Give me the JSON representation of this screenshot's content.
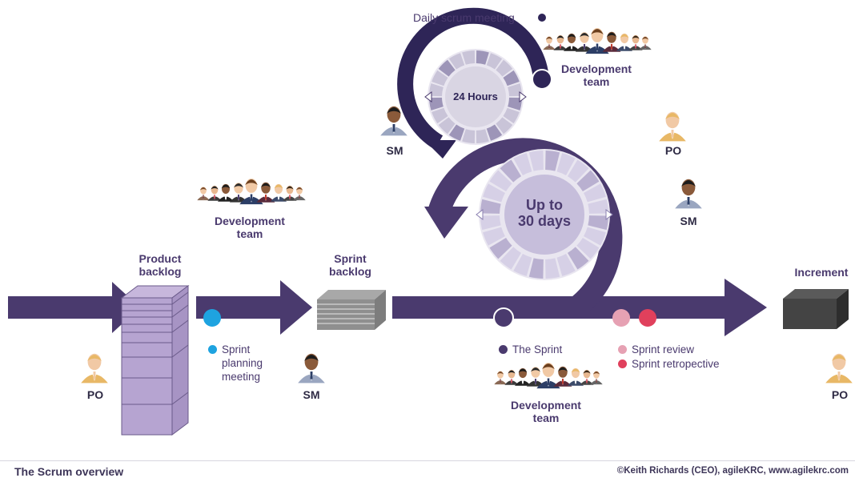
{
  "labels": {
    "daily_scrum": "Daily scrum meeting",
    "dev_team_top_1": "Development",
    "dev_team_top_2": "team",
    "hours": "24 Hours",
    "sm_top": "SM",
    "po_right": "PO",
    "up_to": "Up to",
    "thirty_days": "30 days",
    "sm_right": "SM",
    "dev_team_mid_1": "Development",
    "dev_team_mid_2": "team",
    "product_backlog_1": "Product",
    "product_backlog_2": "backlog",
    "sprint_backlog_1": "Sprint",
    "sprint_backlog_2": "backlog",
    "increment": "Increment",
    "po_left": "PO",
    "sm_bottom": "SM",
    "dev_team_bottom_1": "Development",
    "dev_team_bottom_2": "team",
    "po_far_right": "PO"
  },
  "legend": {
    "sprint_planning_1": "Sprint",
    "sprint_planning_2": "planning",
    "sprint_planning_3": "meeting",
    "the_sprint": "The Sprint",
    "sprint_review": "Sprint review",
    "sprint_retrospective": "Sprint retropective"
  },
  "footer": {
    "title": "The Scrum overview",
    "credit": "©Keith Richards (CEO), agileKRC, www.agilekrc.com"
  },
  "colors": {
    "primary_purple": "#4a3a6e",
    "light_purple": "#b9b0d0",
    "planning_blue": "#1ea3e0",
    "review_pink": "#e6a1b3",
    "retro_red": "#e0405c",
    "skin_light": "#f1c9a5",
    "hair_blonde": "#e8b866"
  }
}
